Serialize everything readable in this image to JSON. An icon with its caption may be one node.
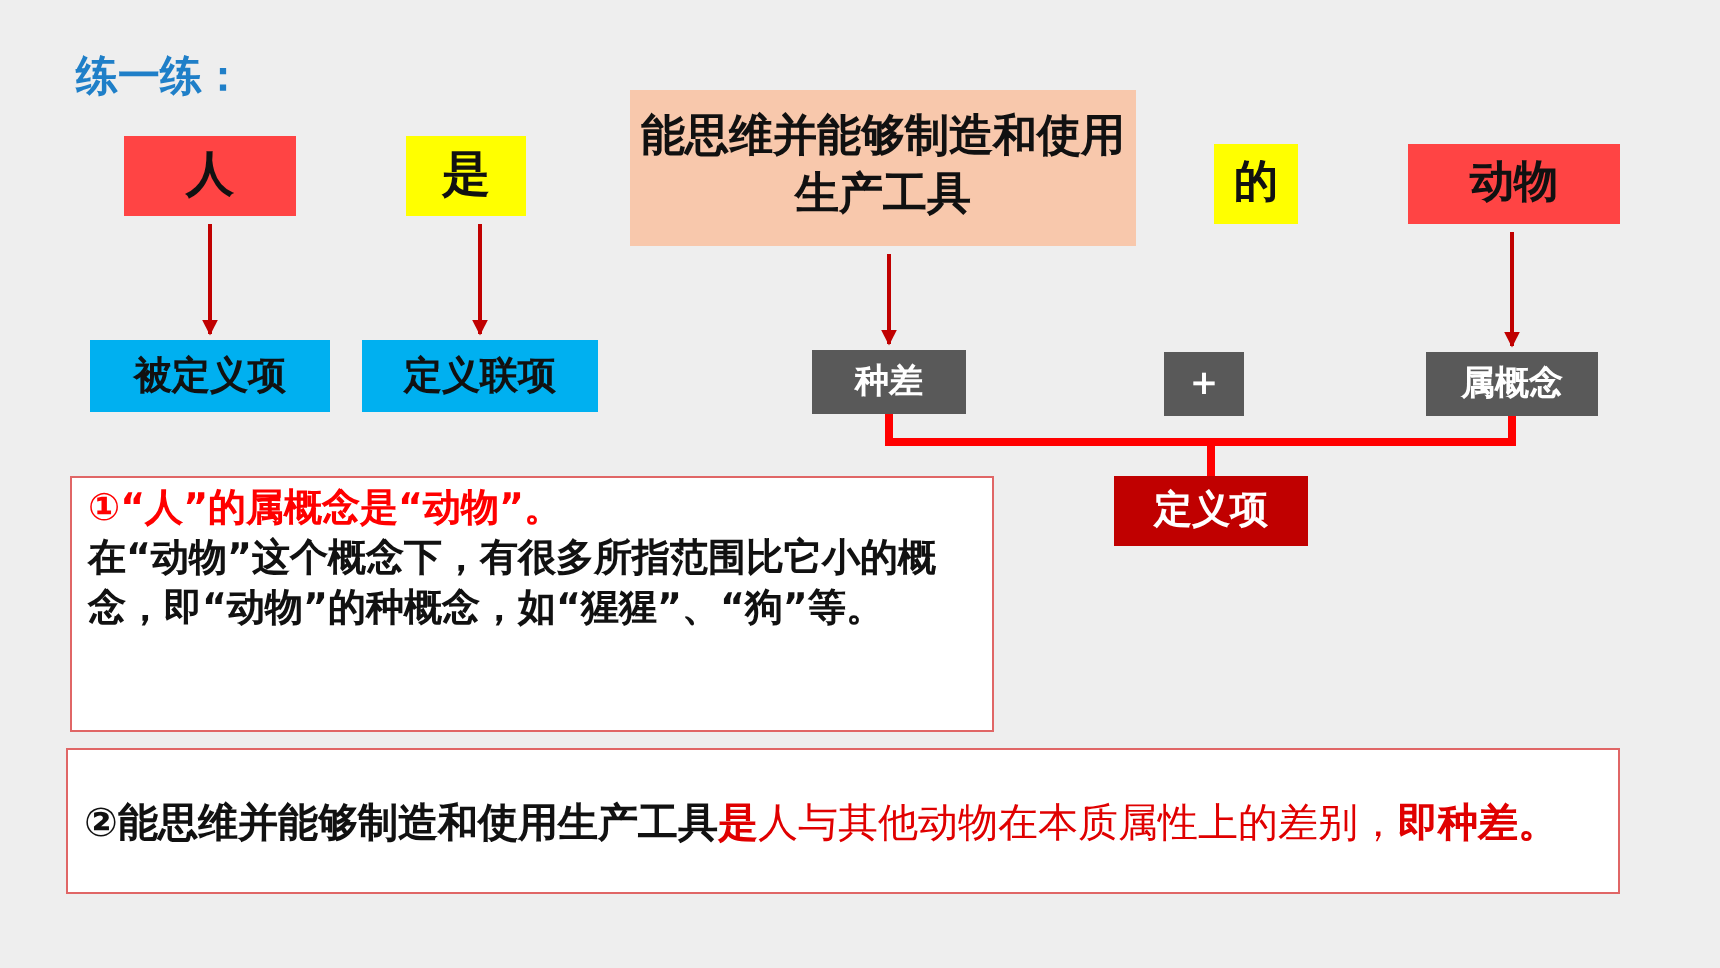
{
  "diagram": {
    "title": "练一练：",
    "nodes": [
      {
        "text": [
          "人"
        ]
      },
      {
        "text": [
          "是"
        ]
      },
      {
        "text": [
          "能思维并能够制造和使用生产工具"
        ]
      },
      {
        "text": [
          "的"
        ]
      },
      {
        "text": [
          "动物"
        ]
      },
      {
        "text": [
          "被定义项"
        ]
      },
      {
        "text": [
          "定义联项"
        ]
      },
      {
        "text": [
          "种差"
        ]
      },
      {
        "text": [
          "+"
        ]
      },
      {
        "text": [
          "属概念"
        ]
      },
      {
        "text": [
          "定义项"
        ]
      },
      {
        "text": [
          "①“人”的属概念是“动物”。",
          "在“动物”这个概念下，有很多所指范围比它小的概念，即“动物”的种概念，如“猩猩”、“狗”等。"
        ]
      },
      {
        "text": [
          "②能思维并能够制造和使用生产工具",
          "**是**人与其他动物在本质属性上的差别，**即种差。**"
        ]
      }
    ],
    "edges": [
      {
        "from": 0,
        "to": 5,
        "arrow": "to"
      },
      {
        "from": 1,
        "to": 6,
        "arrow": "to"
      },
      {
        "from": 2,
        "to": 7,
        "arrow": "to"
      },
      {
        "from": 4,
        "to": 9,
        "arrow": "to"
      },
      {
        "from": 7,
        "to": 10,
        "arrow": "none",
        "style": "thick",
        "color": "#ff0000"
      },
      {
        "from": 9,
        "to": 10,
        "arrow": "none",
        "style": "thick",
        "color": "#ff0000"
      }
    ]
  }
}
